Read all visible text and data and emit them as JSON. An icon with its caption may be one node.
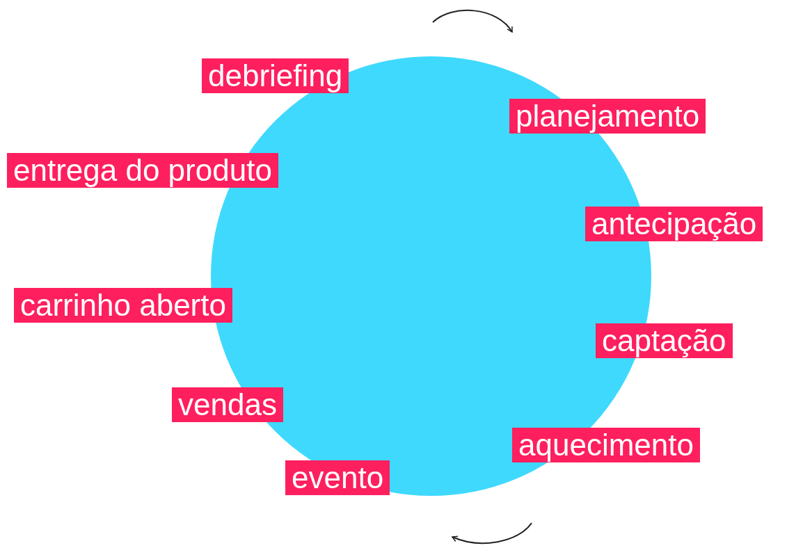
{
  "diagram": {
    "nodes": [
      {
        "text": [],
        "shape": "circle"
      },
      {
        "text": [
          "debriefing"
        ]
      },
      {
        "text": [
          "planejamento"
        ]
      },
      {
        "text": [
          "entrega do produto"
        ]
      },
      {
        "text": [
          "antecipação"
        ]
      },
      {
        "text": [
          "carrinho aberto"
        ]
      },
      {
        "text": [
          "captação"
        ]
      },
      {
        "text": [
          "vendas"
        ]
      },
      {
        "text": [
          "aquecimento"
        ]
      },
      {
        "text": [
          "evento"
        ]
      }
    ]
  }
}
